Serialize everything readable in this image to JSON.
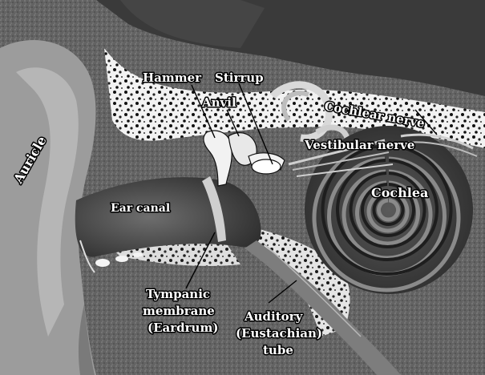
{
  "labels": {
    "hammer": "Hammer",
    "stirrup": "Stirrup",
    "anvil": "Anvil",
    "cochlear_nerve": "Cochlear nerve",
    "vestibular_nerve": "Vestibular nerve",
    "auricle": "Auricle",
    "ear_canal": "Ear canal",
    "cochlea": "Cochlea",
    "tympanic_line1": "Tympanic",
    "tympanic_line2": "membrane",
    "tympanic_line3": "(Eardrum)",
    "auditory_line1": "Auditory",
    "auditory_line2": "(Eustachian)",
    "auditory_line3": "tube"
  }
}
